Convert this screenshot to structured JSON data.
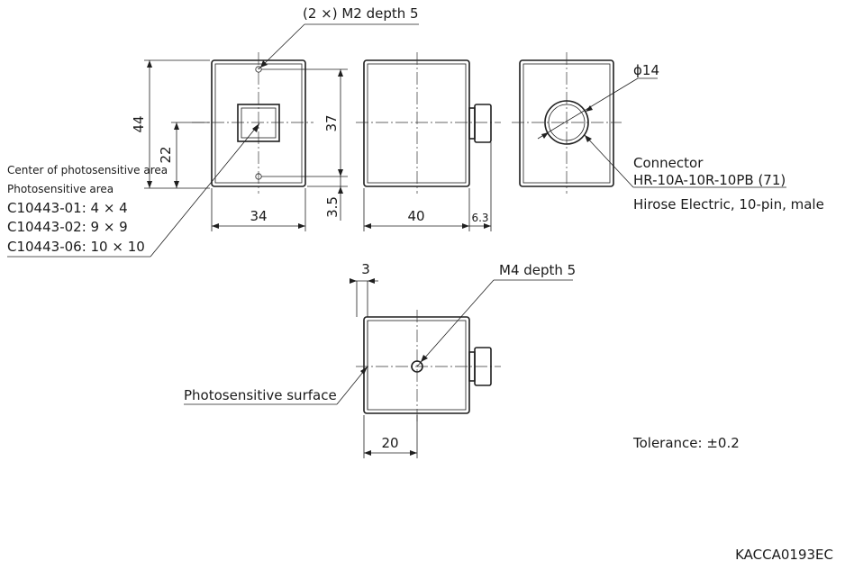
{
  "labels": {
    "m2_callout": "(2 ×) M2 depth 5",
    "phi14": "ϕ14",
    "connector_title": "Connector",
    "connector_model": "HR-10A-10R-10PB (71)",
    "connector_desc": "Hirose Electric, 10-pin, male",
    "center_area": "Center of photosensitive area",
    "photo_area": "Photosensitive area",
    "model_01": "C10443-01: 4 × 4",
    "model_02": "C10443-02: 9 × 9",
    "model_06": "C10443-06: 10 × 10",
    "m4_callout": "M4 depth 5",
    "photo_surface": "Photosensitive surface",
    "tolerance": "Tolerance: ±0.2",
    "drawing_code": "KACCA0193EC"
  },
  "dimensions": {
    "height_44": "44",
    "height_22": "22",
    "height_37": "37",
    "offset_3_5": "3.5",
    "width_34": "34",
    "depth_40": "40",
    "connector_6_3": "6.3",
    "offset_3": "3",
    "depth_20": "20"
  }
}
